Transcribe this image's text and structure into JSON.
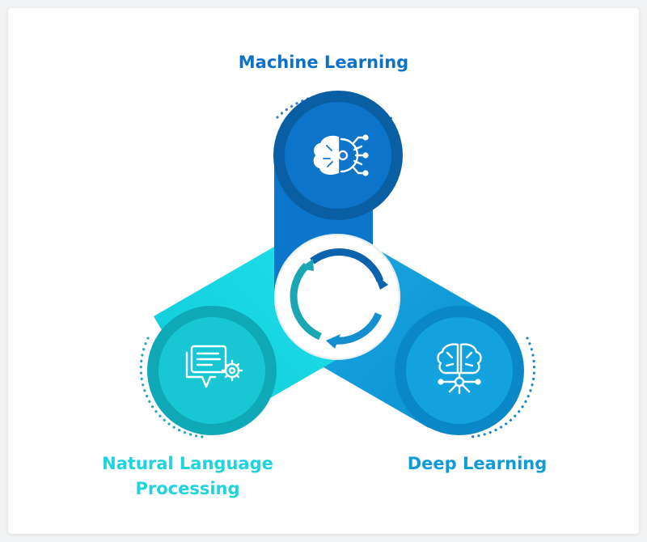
{
  "labels": {
    "machine_learning": "Machine Learning",
    "nlp_line1": "Natural Language",
    "nlp_line2": "Processing",
    "deep_learning": "Deep Learning"
  },
  "colors": {
    "machine_learning": "#0d72c7",
    "nlp": "#1fd3df",
    "deep_learning": "#0f9bd6"
  },
  "icons": {
    "machine_learning": "brain-gear-icon",
    "nlp": "chat-gear-icon",
    "deep_learning": "brain-circuit-icon",
    "center": "cycle-arrows-icon"
  }
}
